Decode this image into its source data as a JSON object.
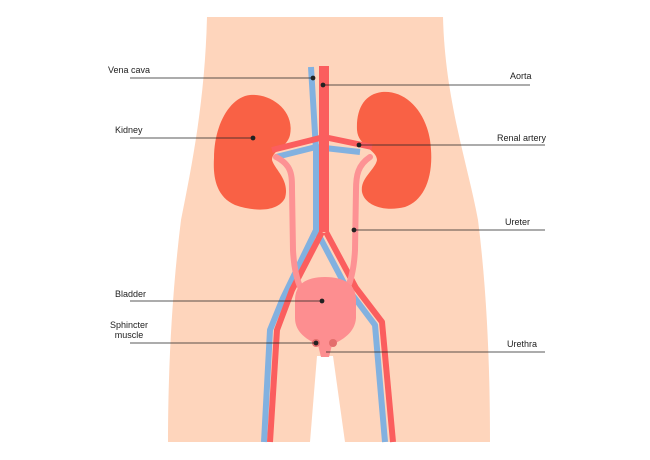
{
  "labels": {
    "vena_cava": "Vena cava",
    "aorta": "Aorta",
    "kidney": "Kidney",
    "renal_artery": "Renal artery",
    "ureter": "Ureter",
    "bladder": "Bladder",
    "sphincter_line1": "Sphincter",
    "sphincter_line2": "muscle",
    "urethra": "Urethra"
  },
  "colors": {
    "skin": "#FED5BC",
    "kidney": "#F96145",
    "artery": "#FB5E5E",
    "vein": "#82B1E0",
    "ureter": "#FD9294",
    "bladder": "#FD8E90",
    "sphincter": "#E36E6C"
  }
}
